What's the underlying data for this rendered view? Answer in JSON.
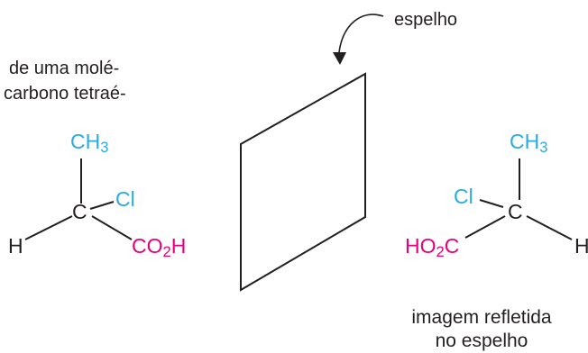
{
  "text_block": {
    "line1": "de uma molé-",
    "line2": "carbono tetraé-"
  },
  "mirror": {
    "label": "espelho"
  },
  "left_molecule": {
    "top_main": "CH",
    "top_sub": "3",
    "center": "C",
    "right": "Cl",
    "left": "H",
    "bottom_main": "CO",
    "bottom_sub": "2",
    "bottom_tail": "H"
  },
  "right_molecule": {
    "top_main": "CH",
    "top_sub": "3",
    "center": "C",
    "left": "Cl",
    "right": "H",
    "bottom_pre": "HO",
    "bottom_sub": "2",
    "bottom_tail": "C"
  },
  "caption": {
    "line1": "imagem refletida",
    "line2": "no espelho"
  },
  "colors": {
    "text": "#231f20",
    "group_cyan": "#29abe2",
    "group_magenta": "#e6007e"
  }
}
